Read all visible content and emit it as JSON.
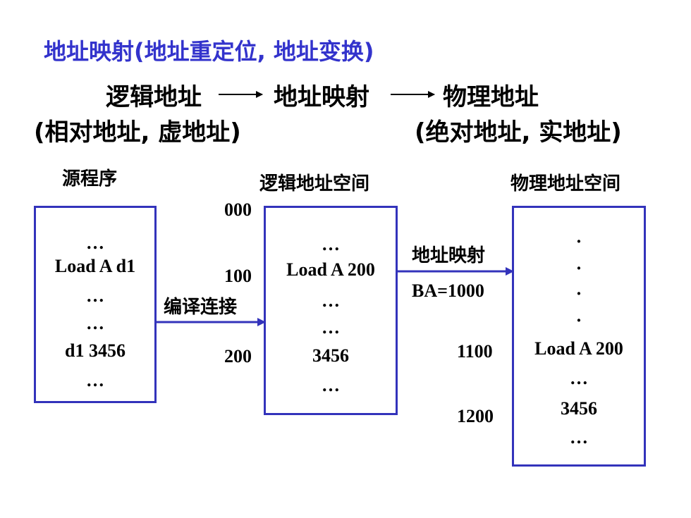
{
  "title": "地址映射(地址重定位, 地址变换)",
  "flow": {
    "logical": "逻辑地址",
    "mapping": "地址映射",
    "physical": "物理地址",
    "logical_note": "(相对地址, 虚地址)",
    "physical_note": "(绝对地址, 实地址)"
  },
  "source": {
    "heading": "源程序",
    "lines": [
      "…",
      "Load A d1",
      "…",
      "…",
      "d1  3456",
      "…"
    ]
  },
  "compile_label": "编译连接",
  "logical_space": {
    "heading": "逻辑地址空间",
    "addresses": [
      "000",
      "100",
      "200"
    ],
    "lines": [
      "…",
      "Load A 200",
      "…",
      "…",
      "3456",
      "…"
    ]
  },
  "map": {
    "label": "地址映射",
    "base": "BA=1000"
  },
  "physical_space": {
    "heading": "物理地址空间",
    "addresses": [
      "1100",
      "1200"
    ],
    "dots": [
      "·",
      "·",
      "·",
      "·"
    ],
    "lines": [
      "Load A 200",
      "…",
      "3456",
      "…"
    ]
  },
  "colors": {
    "accent": "#3333cc",
    "box": "#3333bb"
  }
}
